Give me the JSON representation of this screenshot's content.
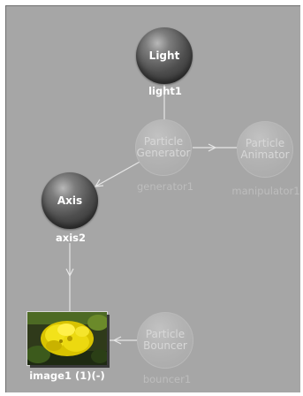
{
  "graph": {
    "nodes": [
      {
        "id": "light",
        "title": "Light",
        "caption": "light1",
        "state": "active"
      },
      {
        "id": "generator",
        "title": "Particle\nGenerator",
        "caption": "generator1",
        "state": "inactive"
      },
      {
        "id": "animator",
        "title": "Particle\nAnimator",
        "caption": "manipulator1",
        "state": "inactive"
      },
      {
        "id": "axis",
        "title": "Axis",
        "caption": "axis2",
        "state": "active"
      },
      {
        "id": "bouncer",
        "title": "Particle\nBouncer",
        "caption": "bouncer1",
        "state": "inactive"
      },
      {
        "id": "image",
        "title": "",
        "caption": "image1 (1)(-)",
        "state": "active",
        "thumbnail": "yellow-flower-image"
      }
    ]
  },
  "colors": {
    "background": "#a6a6a6",
    "active_node": "#4d4d4d",
    "inactive_node": "#b4b4b4",
    "wire": "#e6e6e6",
    "inactive_text": "#d7d7d7"
  }
}
